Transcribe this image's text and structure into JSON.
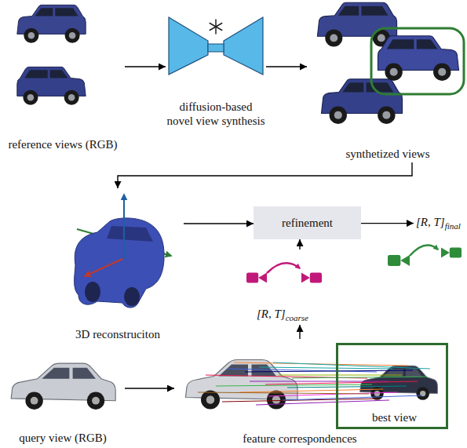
{
  "diagram": {
    "nodes": [
      {
        "text": [
          "reference views (RGB)"
        ]
      },
      {
        "text": [
          "diffusion-based novel view synthesis"
        ]
      },
      {
        "text": [
          "synthetized views"
        ]
      },
      {
        "text": [
          "3D reconstruciton"
        ]
      },
      {
        "text": [
          "refinement"
        ]
      },
      {
        "text": [
          "[R, T]",
          "final"
        ]
      },
      {
        "text": [
          "[R, T]",
          "coarse"
        ]
      },
      {
        "text": [
          "query view (RGB)"
        ]
      },
      {
        "text": [
          "feature correspondences"
        ]
      },
      {
        "text": [
          "best view"
        ],
        "in": 8
      }
    ],
    "edges": [
      {
        "from": 0,
        "to": 1,
        "arrow": "to"
      },
      {
        "from": 1,
        "to": 2,
        "arrow": "to"
      },
      {
        "from": 2,
        "to": 3,
        "arrow": "to"
      },
      {
        "from": 3,
        "to": 4,
        "arrow": "to"
      },
      {
        "from": 4,
        "to": 5,
        "arrow": "to"
      },
      {
        "from": 6,
        "to": 4,
        "arrow": "to"
      },
      {
        "from": 7,
        "to": 8,
        "arrow": "to"
      },
      {
        "from": 8,
        "to": 6,
        "arrow": "to"
      }
    ]
  }
}
